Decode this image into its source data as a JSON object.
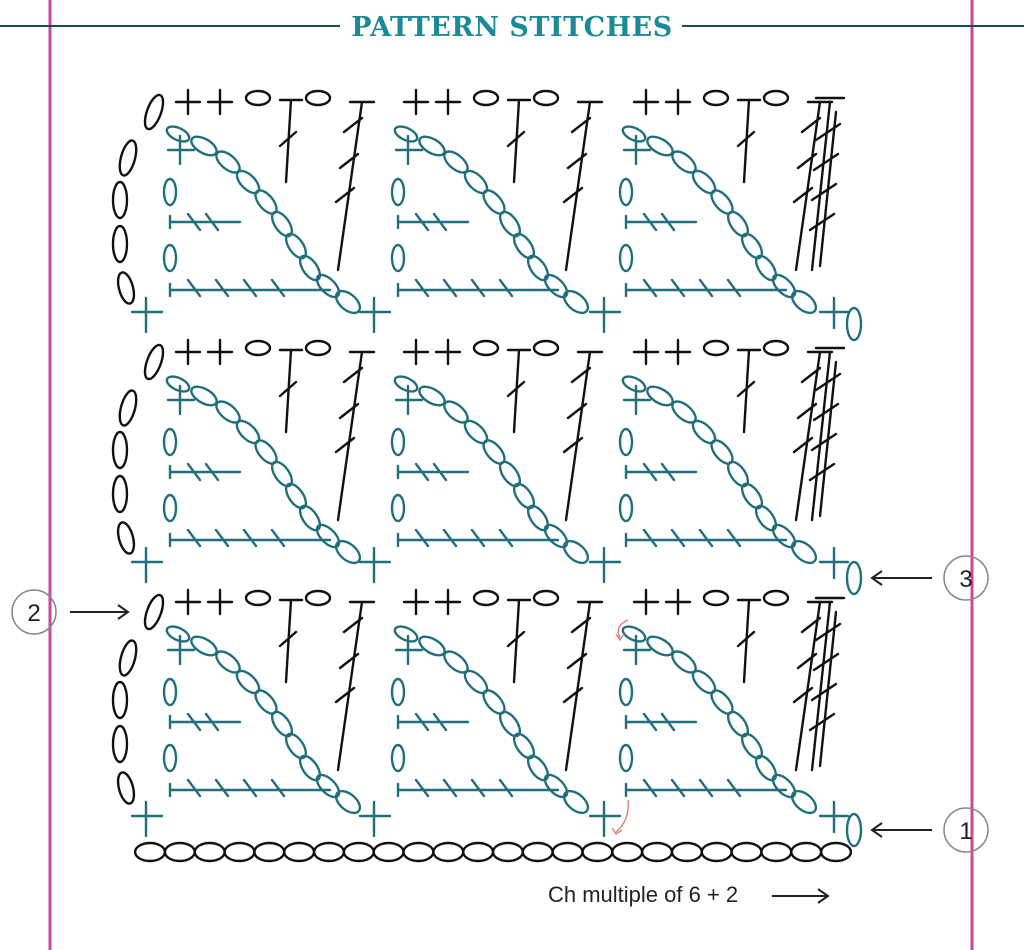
{
  "title": "PATTERN STITCHES",
  "footer_label": "Ch multiple of 6 + 2",
  "row_markers": {
    "row1": "1",
    "row2": "2",
    "row3": "3"
  },
  "colors": {
    "title": "#1c8a96",
    "border_magenta": "#c8489c",
    "rule": "#1f4d57",
    "black_stitches": "#111111",
    "teal_stitches": "#226f7c",
    "arrow_hint": "#e07a7a",
    "marker_circle": "#888888"
  },
  "legend_icons": [
    "chain-stitch-icon",
    "single-crochet-icon",
    "double-crochet-icon",
    "treble-crochet-icon",
    "slip-stitch-icon"
  ]
}
